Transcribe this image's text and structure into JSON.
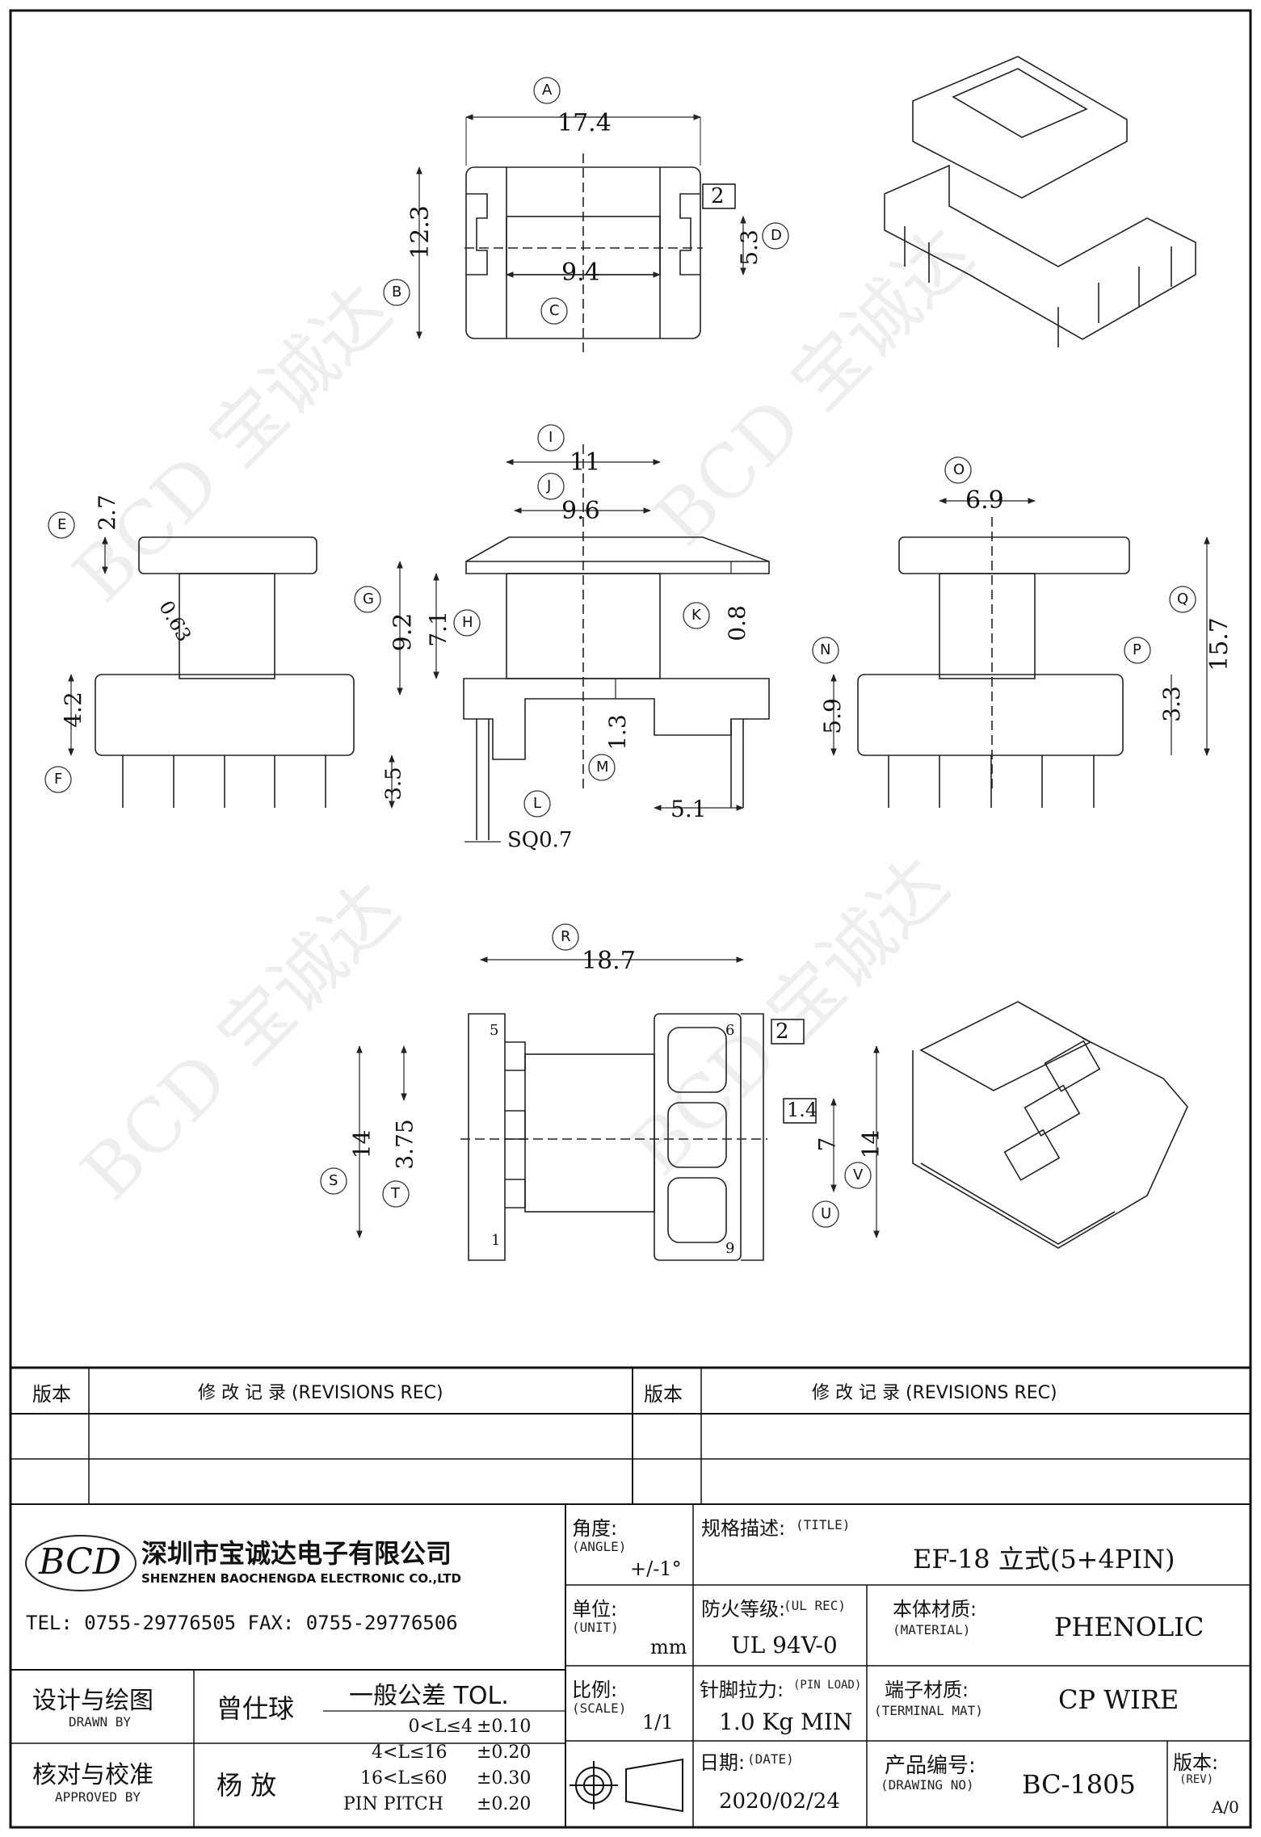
{
  "dimensions": {
    "top_width": "17.4",
    "top_height": "12.3",
    "top_inner_width": "9.4",
    "top_slot": "5.3",
    "top_gap": "2",
    "side_top": "2.7",
    "side_base": "4.2",
    "side_pin": "3.5",
    "side_radius": "0.63",
    "front_outer": "11",
    "front_inner": "9.6",
    "front_h1": "9.2",
    "front_h2": "7.1",
    "front_flange": "0.8",
    "front_step": "1.3",
    "front_pin_offset": "5.1",
    "front_pin_size": "SQ0.7",
    "right_top": "6.9",
    "right_total": "15.7",
    "right_base": "5.9",
    "right_pin": "3.3",
    "bottom_width": "18.7",
    "bottom_left_span": "14",
    "bottom_pitch": "3.75",
    "bottom_right_span": "14",
    "bottom_gap": "2",
    "bottom_right_pitch": "1.4",
    "bottom_center": "7",
    "pin_first": "1",
    "pin_five": "5",
    "pin_six": "6",
    "pin_nine": "9"
  },
  "callouts": [
    "A",
    "B",
    "C",
    "D",
    "E",
    "F",
    "G",
    "H",
    "I",
    "J",
    "K",
    "L",
    "M",
    "N",
    "O",
    "P",
    "Q",
    "R",
    "S",
    "T",
    "U",
    "V"
  ],
  "revision_header": {
    "col1": "版本",
    "col2": "修 改 记 录 (REVISIONS REC)",
    "col3": "版本",
    "col4": "修 改 记 录 (REVISIONS REC)"
  },
  "company": {
    "logo_text": "BCD",
    "name_cn": "深圳市宝诚达电子有限公司",
    "name_en": "SHENZHEN BAOCHENGDA ELECTRONIC CO.,LTD",
    "contact": "TEL: 0755-29776505  FAX: 0755-29776506"
  },
  "angle": {
    "label": "角度:",
    "sub": "(ANGLE)",
    "value": "+/-1°"
  },
  "unit": {
    "label": "单位:",
    "sub": "(UNIT)",
    "value": "mm"
  },
  "scale": {
    "label": "比例:",
    "sub": "(SCALE)",
    "value": "1/1"
  },
  "title": {
    "label": "规格描述:",
    "sub": "(TITLE)",
    "value": "EF-18 立式(5+4PIN)"
  },
  "ul": {
    "label": "防火等级:",
    "sub": "(UL REC)",
    "value": "UL 94V-0"
  },
  "material": {
    "label": "本体材质:",
    "sub": "(MATERIAL)",
    "value": "PHENOLIC"
  },
  "pin_load": {
    "label": "针脚拉力:",
    "sub": "(PIN LOAD)",
    "value": "1.0 Kg MIN"
  },
  "terminal": {
    "label": "端子材质:",
    "sub": "(TERMINAL MAT)",
    "value": "CP WIRE"
  },
  "date": {
    "label": "日期:",
    "sub": "(DATE)",
    "value": "2020/02/24"
  },
  "drawing_no": {
    "label": "产品编号:",
    "sub": "(DRAWING NO)",
    "value": "BC-1805"
  },
  "rev": {
    "label": "版本:",
    "sub": "(REV)",
    "value": "A/0"
  },
  "drawn": {
    "label": "设计与绘图",
    "sub": "DRAWN BY",
    "value": "曾仕球"
  },
  "approved": {
    "label": "核对与校准",
    "sub": "APPROVED BY",
    "value": "杨 放"
  },
  "tolerance": {
    "title": "一般公差 TOL.",
    "rows": [
      {
        "range": "0<L≤4",
        "tol": "±0.10"
      },
      {
        "range": "4<L≤16",
        "tol": "±0.20"
      },
      {
        "range": "16<L≤60",
        "tol": "±0.30"
      },
      {
        "range": "PIN PITCH",
        "tol": "±0.20"
      }
    ]
  }
}
